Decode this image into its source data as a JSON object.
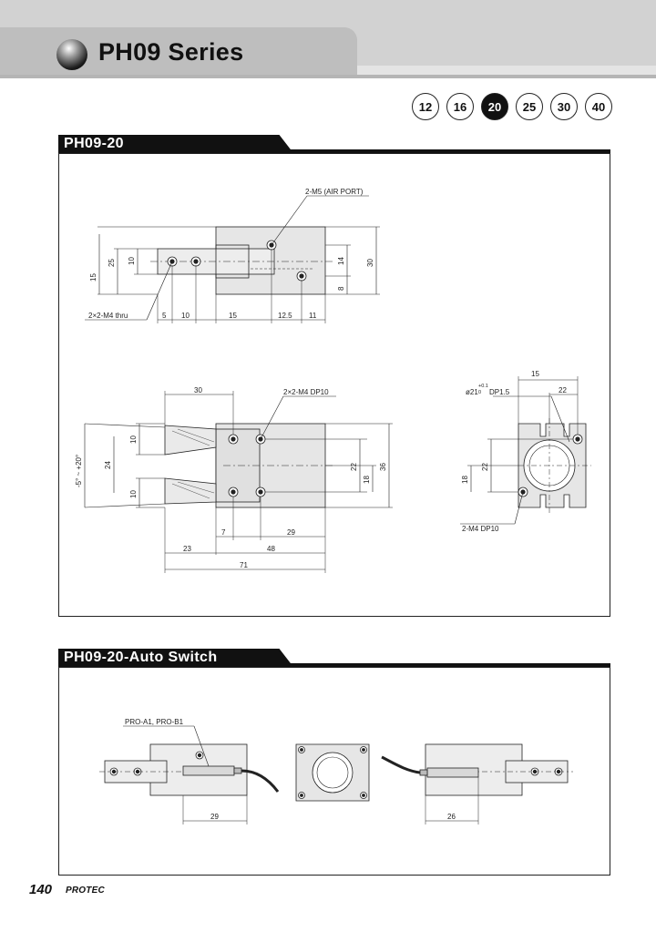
{
  "header": {
    "title": "PH09 Series",
    "logo_icon": "sphere-icon"
  },
  "sizes": {
    "items": [
      "12",
      "16",
      "20",
      "25",
      "30",
      "40"
    ],
    "selected": "20"
  },
  "section1": {
    "title": "PH09-20",
    "top_view": {
      "callout_port": "2-M5 (AIR PORT)",
      "callout_thru": "2×2-M4 thru",
      "dims_v": [
        "15",
        "25",
        "10",
        "14",
        "8",
        "30"
      ],
      "dims_h": [
        "5",
        "10",
        "15",
        "12.5",
        "11"
      ]
    },
    "front_view": {
      "callout_dp": "2×2-M4 DP10",
      "angle": "-5° ~ +20°",
      "dims_left": [
        "10",
        "24",
        "10"
      ],
      "dims_right": [
        "22",
        "18",
        "36"
      ],
      "dim_top": "30",
      "dims_bottom": [
        "7",
        "29",
        "23",
        "48",
        "71"
      ]
    },
    "side_view": {
      "callout_bore": "ø21",
      "bore_tol_upper": "+0.1",
      "bore_tol_lower": "0",
      "callout_bore_dp": "DP1.5",
      "callout_m4": "2-M4 DP10",
      "dims": [
        "15",
        "22",
        "22",
        "18"
      ]
    }
  },
  "section2": {
    "title": "PH09-20-Auto Switch",
    "switch_label": "PRO-A1, PRO-B1",
    "dims": [
      "29",
      "26"
    ]
  },
  "footer": {
    "page_number": "140",
    "brand": "PROTEC"
  }
}
